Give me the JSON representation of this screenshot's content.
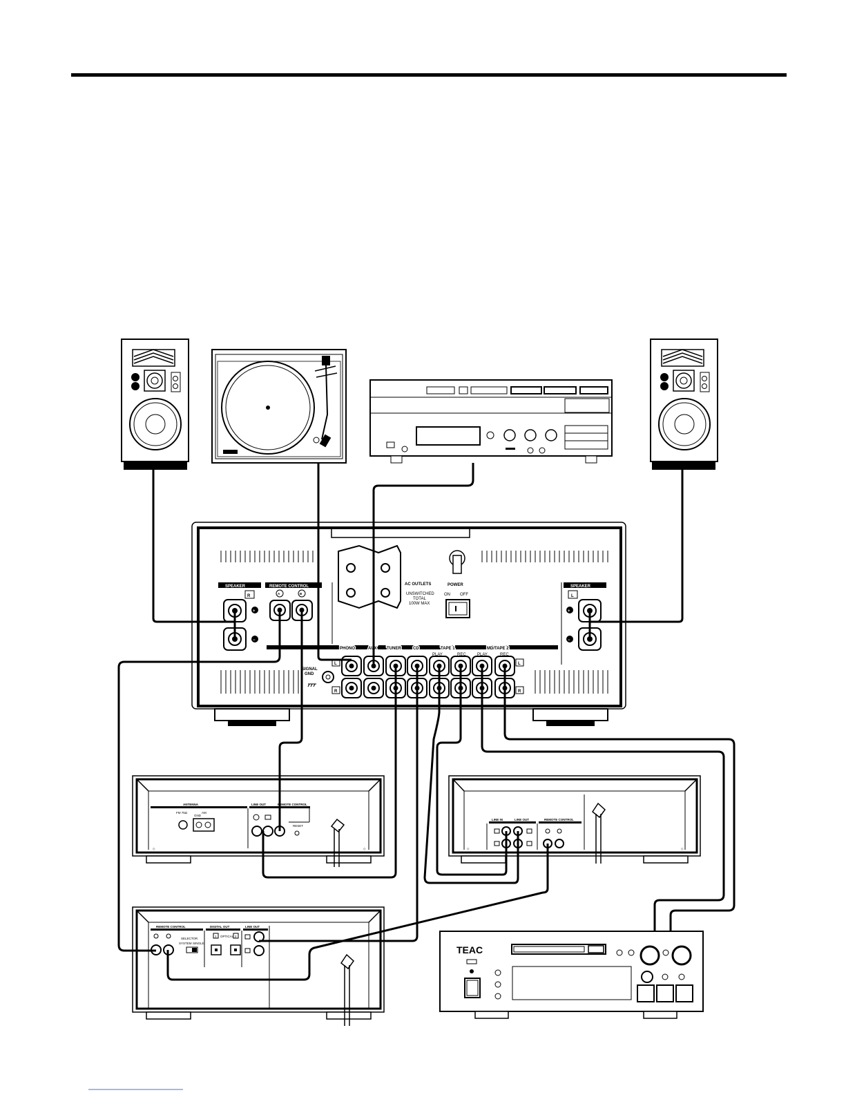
{
  "amp": {
    "speaker_r_label": "SPEAKER",
    "speaker_l_label": "SPEAKER",
    "remote_control_label": "REMOTE CONTROL",
    "remote_a": "A",
    "remote_b": "B",
    "ch_r": "R",
    "ch_l": "L",
    "plus": "+",
    "minus": "−",
    "ac_outlets": "AC OUTLETS",
    "ac_unswitched": "UNSWITCHED",
    "ac_total": "TOTAL",
    "ac_max": "100W MAX",
    "power": "POWER",
    "on": "ON",
    "off": "OFF",
    "signal": "SIGNAL",
    "gnd": "GND",
    "inputs": {
      "phono": "PHONO",
      "aux": "AUX",
      "tuner": "TUNER",
      "cd": "CD",
      "tape1": "TAPE 1",
      "md_tape2": "MD/TAPE 2",
      "play1": "PLAY",
      "rec1": "REC",
      "play2": "PLAY",
      "rec2": "REC"
    }
  },
  "tuner": {
    "antenna": "ANTENNA",
    "fm": "FM 75Ω",
    "am": "AM",
    "gnd": "GND",
    "line_out": "LINE OUT",
    "remote_control": "REMOTE CONTROL",
    "reset": "RESET"
  },
  "md_deck": {
    "line_in": "LINE IN",
    "line_out": "LINE OUT",
    "remote_control": "REMOTE CONTROL"
  },
  "cd_player": {
    "remote_control": "REMOTE CONTROL",
    "selector": "SELECTOR",
    "system": "SYSTEM",
    "single": "SINGLE",
    "digital_out": "DIGITAL OUT",
    "optical": "OPTICAL",
    "line_out": "LINE OUT",
    "n1": "1",
    "n2": "2"
  },
  "cassette": {
    "brand": "TEAC"
  }
}
